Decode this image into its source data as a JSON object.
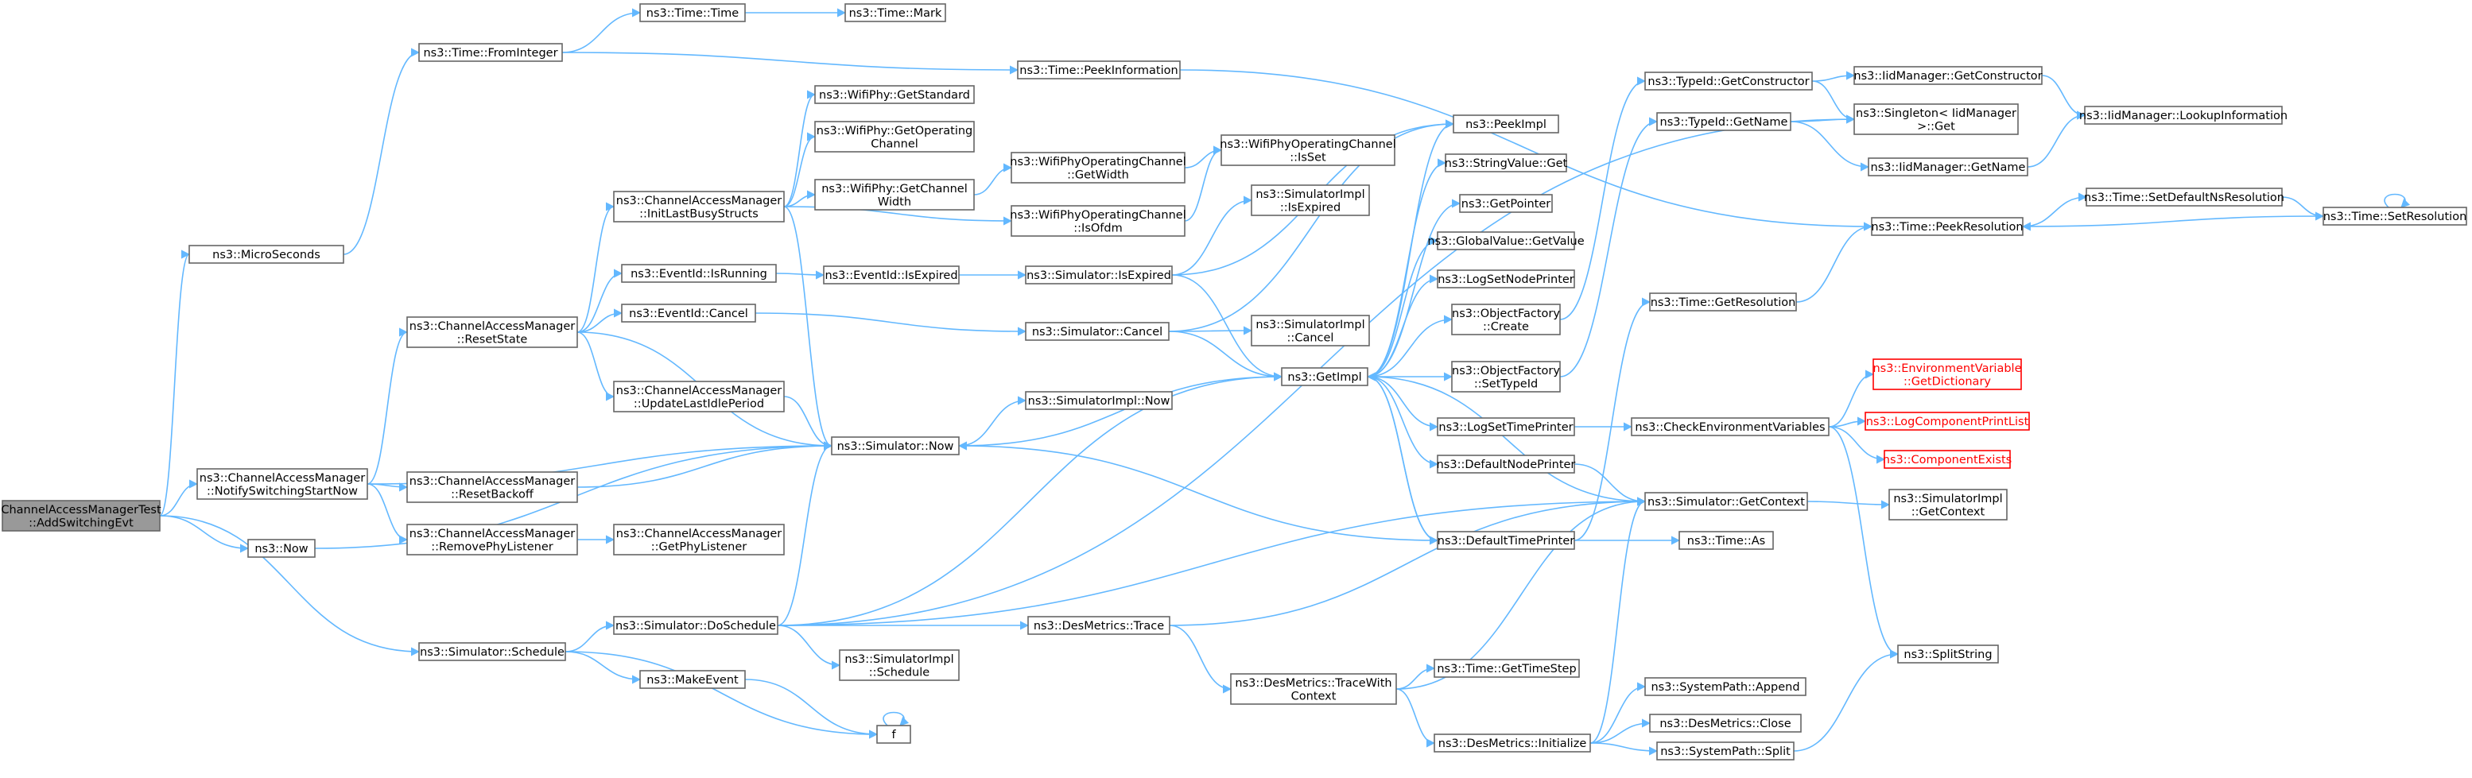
{
  "nodes": [
    {
      "id": "root",
      "lines": [
        "ChannelAccessManagerTest",
        "::AddSwitchingEvt"
      ],
      "style": "root"
    },
    {
      "id": "microseconds",
      "lines": [
        "ns3::MicroSeconds"
      ]
    },
    {
      "id": "fromInteger",
      "lines": [
        "ns3::Time::FromInteger"
      ]
    },
    {
      "id": "timeTime",
      "lines": [
        "ns3::Time::Time"
      ]
    },
    {
      "id": "timeMark",
      "lines": [
        "ns3::Time::Mark"
      ]
    },
    {
      "id": "peekInformation",
      "lines": [
        "ns3::Time::PeekInformation"
      ]
    },
    {
      "id": "notifySwitching",
      "lines": [
        "ns3::ChannelAccessManager",
        "::NotifySwitchingStartNow"
      ]
    },
    {
      "id": "resetState",
      "lines": [
        "ns3::ChannelAccessManager",
        "::ResetState"
      ]
    },
    {
      "id": "initLastBusy",
      "lines": [
        "ns3::ChannelAccessManager",
        "::InitLastBusyStructs"
      ]
    },
    {
      "id": "getStandard",
      "lines": [
        "ns3::WifiPhy::GetStandard"
      ]
    },
    {
      "id": "getOperatingChannel",
      "lines": [
        "ns3::WifiPhy::GetOperating",
        "Channel"
      ]
    },
    {
      "id": "getChannelWidth",
      "lines": [
        "ns3::WifiPhy::GetChannel",
        "Width"
      ]
    },
    {
      "id": "wpocGetWidth",
      "lines": [
        "ns3::WifiPhyOperatingChannel",
        "::GetWidth"
      ]
    },
    {
      "id": "wpocIsSet",
      "lines": [
        "ns3::WifiPhyOperatingChannel",
        "::IsSet"
      ]
    },
    {
      "id": "wpocIsOfdm",
      "lines": [
        "ns3::WifiPhyOperatingChannel",
        "::IsOfdm"
      ]
    },
    {
      "id": "eventIsRunning",
      "lines": [
        "ns3::EventId::IsRunning"
      ]
    },
    {
      "id": "eventIsExpired",
      "lines": [
        "ns3::EventId::IsExpired"
      ]
    },
    {
      "id": "simIsExpired",
      "lines": [
        "ns3::Simulator::IsExpired"
      ]
    },
    {
      "id": "simImplIsExpired",
      "lines": [
        "ns3::SimulatorImpl",
        "::IsExpired"
      ]
    },
    {
      "id": "eventCancel",
      "lines": [
        "ns3::EventId::Cancel"
      ]
    },
    {
      "id": "simCancel",
      "lines": [
        "ns3::Simulator::Cancel"
      ]
    },
    {
      "id": "simImplCancel",
      "lines": [
        "ns3::SimulatorImpl",
        "::Cancel"
      ]
    },
    {
      "id": "updateLastIdle",
      "lines": [
        "ns3::ChannelAccessManager",
        "::UpdateLastIdlePeriod"
      ]
    },
    {
      "id": "simNow",
      "lines": [
        "ns3::Simulator::Now"
      ]
    },
    {
      "id": "simImplNow",
      "lines": [
        "ns3::SimulatorImpl::Now"
      ]
    },
    {
      "id": "resetBackoff",
      "lines": [
        "ns3::ChannelAccessManager",
        "::ResetBackoff"
      ]
    },
    {
      "id": "removePhy",
      "lines": [
        "ns3::ChannelAccessManager",
        "::RemovePhyListener"
      ]
    },
    {
      "id": "getPhyListener",
      "lines": [
        "ns3::ChannelAccessManager",
        "::GetPhyListener"
      ]
    },
    {
      "id": "now",
      "lines": [
        "ns3::Now"
      ]
    },
    {
      "id": "schedule",
      "lines": [
        "ns3::Simulator::Schedule"
      ]
    },
    {
      "id": "doSchedule",
      "lines": [
        "ns3::Simulator::DoSchedule"
      ]
    },
    {
      "id": "simImplSchedule",
      "lines": [
        "ns3::SimulatorImpl",
        "::Schedule"
      ]
    },
    {
      "id": "makeEvent",
      "lines": [
        "ns3::MakeEvent"
      ]
    },
    {
      "id": "f",
      "lines": [
        "f"
      ]
    },
    {
      "id": "desTrace",
      "lines": [
        "ns3::DesMetrics::Trace"
      ]
    },
    {
      "id": "traceWithContext",
      "lines": [
        "ns3::DesMetrics::TraceWith",
        "Context"
      ]
    },
    {
      "id": "getTimeStep",
      "lines": [
        "ns3::Time::GetTimeStep"
      ]
    },
    {
      "id": "desInitialize",
      "lines": [
        "ns3::DesMetrics::Initialize"
      ]
    },
    {
      "id": "getImpl",
      "lines": [
        "ns3::GetImpl"
      ]
    },
    {
      "id": "peekImpl",
      "lines": [
        "ns3::PeekImpl"
      ]
    },
    {
      "id": "stringValueGet",
      "lines": [
        "ns3::StringValue::Get"
      ]
    },
    {
      "id": "getPointer",
      "lines": [
        "ns3::GetPointer"
      ]
    },
    {
      "id": "globalValueGet",
      "lines": [
        "ns3::GlobalValue::GetValue"
      ]
    },
    {
      "id": "logSetNodePrinter",
      "lines": [
        "ns3::LogSetNodePrinter"
      ]
    },
    {
      "id": "objFactoryCreate",
      "lines": [
        "ns3::ObjectFactory",
        "::Create"
      ]
    },
    {
      "id": "objFactorySetTypeId",
      "lines": [
        "ns3::ObjectFactory",
        "::SetTypeId"
      ]
    },
    {
      "id": "logSetTimePrinter",
      "lines": [
        "ns3::LogSetTimePrinter"
      ]
    },
    {
      "id": "defaultNodePrinter",
      "lines": [
        "ns3::DefaultNodePrinter"
      ]
    },
    {
      "id": "defaultTimePrinter",
      "lines": [
        "ns3::DefaultTimePrinter"
      ]
    },
    {
      "id": "typeIdGetConstructor",
      "lines": [
        "ns3::TypeId::GetConstructor"
      ]
    },
    {
      "id": "typeIdGetName",
      "lines": [
        "ns3::TypeId::GetName"
      ]
    },
    {
      "id": "singletonGet",
      "lines": [
        "ns3::Singleton< IidManager",
        ">::Get"
      ]
    },
    {
      "id": "iidGetConstructor",
      "lines": [
        "ns3::IidManager::GetConstructor"
      ]
    },
    {
      "id": "iidGetName",
      "lines": [
        "ns3::IidManager::GetName"
      ]
    },
    {
      "id": "iidLookup",
      "lines": [
        "ns3::IidManager::LookupInformation"
      ]
    },
    {
      "id": "timeGetResolution",
      "lines": [
        "ns3::Time::GetResolution"
      ]
    },
    {
      "id": "peekResolution",
      "lines": [
        "ns3::Time::PeekResolution"
      ]
    },
    {
      "id": "setDefaultNsRes",
      "lines": [
        "ns3::Time::SetDefaultNsResolution"
      ]
    },
    {
      "id": "setResolution",
      "lines": [
        "ns3::Time::SetResolution"
      ]
    },
    {
      "id": "checkEnvVars",
      "lines": [
        "ns3::CheckEnvironmentVariables"
      ]
    },
    {
      "id": "envGetDict",
      "lines": [
        "ns3::EnvironmentVariable",
        "::GetDictionary"
      ],
      "style": "red"
    },
    {
      "id": "logCompPrintList",
      "lines": [
        "ns3::LogComponentPrintList"
      ],
      "style": "red"
    },
    {
      "id": "componentExists",
      "lines": [
        "ns3::ComponentExists"
      ],
      "style": "red"
    },
    {
      "id": "simGetContext",
      "lines": [
        "ns3::Simulator::GetContext"
      ]
    },
    {
      "id": "simImplGetContext",
      "lines": [
        "ns3::SimulatorImpl",
        "::GetContext"
      ]
    },
    {
      "id": "timeAs",
      "lines": [
        "ns3::Time::As"
      ]
    },
    {
      "id": "splitString",
      "lines": [
        "ns3::SplitString"
      ]
    },
    {
      "id": "sysAppend",
      "lines": [
        "ns3::SystemPath::Append"
      ]
    },
    {
      "id": "desClose",
      "lines": [
        "ns3::DesMetrics::Close"
      ]
    },
    {
      "id": "sysSplit",
      "lines": [
        "ns3::SystemPath::Split"
      ]
    }
  ],
  "edges": [
    [
      "root",
      "microseconds"
    ],
    [
      "root",
      "notifySwitching"
    ],
    [
      "root",
      "now"
    ],
    [
      "root",
      "schedule"
    ],
    [
      "microseconds",
      "fromInteger"
    ],
    [
      "fromInteger",
      "timeTime"
    ],
    [
      "fromInteger",
      "peekInformation"
    ],
    [
      "timeTime",
      "timeMark"
    ],
    [
      "peekInformation",
      "peekResolution"
    ],
    [
      "notifySwitching",
      "resetState"
    ],
    [
      "notifySwitching",
      "resetBackoff"
    ],
    [
      "notifySwitching",
      "removePhy"
    ],
    [
      "notifySwitching",
      "simNow"
    ],
    [
      "resetState",
      "initLastBusy"
    ],
    [
      "resetState",
      "eventIsRunning"
    ],
    [
      "resetState",
      "eventCancel"
    ],
    [
      "resetState",
      "updateLastIdle"
    ],
    [
      "resetState",
      "simNow"
    ],
    [
      "initLastBusy",
      "getStandard"
    ],
    [
      "initLastBusy",
      "getOperatingChannel"
    ],
    [
      "initLastBusy",
      "getChannelWidth"
    ],
    [
      "initLastBusy",
      "wpocIsOfdm"
    ],
    [
      "initLastBusy",
      "simNow"
    ],
    [
      "getChannelWidth",
      "wpocGetWidth"
    ],
    [
      "wpocGetWidth",
      "wpocIsSet"
    ],
    [
      "wpocIsOfdm",
      "wpocIsSet"
    ],
    [
      "eventIsRunning",
      "eventIsExpired"
    ],
    [
      "eventIsExpired",
      "simIsExpired"
    ],
    [
      "simIsExpired",
      "simImplIsExpired"
    ],
    [
      "simIsExpired",
      "getImpl"
    ],
    [
      "simIsExpired",
      "peekImpl"
    ],
    [
      "eventCancel",
      "simCancel"
    ],
    [
      "simCancel",
      "simImplCancel"
    ],
    [
      "simCancel",
      "getImpl"
    ],
    [
      "simCancel",
      "peekImpl"
    ],
    [
      "updateLastIdle",
      "simNow"
    ],
    [
      "simNow",
      "simImplNow"
    ],
    [
      "simNow",
      "getImpl"
    ],
    [
      "resetBackoff",
      "simNow"
    ],
    [
      "removePhy",
      "getPhyListener"
    ],
    [
      "now",
      "simNow"
    ],
    [
      "schedule",
      "doSchedule"
    ],
    [
      "schedule",
      "makeEvent"
    ],
    [
      "schedule",
      "f"
    ],
    [
      "doSchedule",
      "simNow"
    ],
    [
      "doSchedule",
      "simImplSchedule"
    ],
    [
      "doSchedule",
      "desTrace"
    ],
    [
      "doSchedule",
      "getImpl"
    ],
    [
      "doSchedule",
      "singletonGet"
    ],
    [
      "doSchedule",
      "simGetContext"
    ],
    [
      "makeEvent",
      "f"
    ],
    [
      "f",
      "f"
    ],
    [
      "desTrace",
      "traceWithContext"
    ],
    [
      "desTrace",
      "simGetContext"
    ],
    [
      "traceWithContext",
      "getTimeStep"
    ],
    [
      "traceWithContext",
      "desInitialize"
    ],
    [
      "traceWithContext",
      "simGetContext"
    ],
    [
      "desInitialize",
      "sysAppend"
    ],
    [
      "desInitialize",
      "desClose"
    ],
    [
      "desInitialize",
      "sysSplit"
    ],
    [
      "desInitialize",
      "simGetContext"
    ],
    [
      "getImpl",
      "peekImpl"
    ],
    [
      "getImpl",
      "stringValueGet"
    ],
    [
      "getImpl",
      "getPointer"
    ],
    [
      "getImpl",
      "globalValueGet"
    ],
    [
      "getImpl",
      "logSetNodePrinter"
    ],
    [
      "getImpl",
      "objFactoryCreate"
    ],
    [
      "getImpl",
      "objFactorySetTypeId"
    ],
    [
      "getImpl",
      "logSetTimePrinter"
    ],
    [
      "getImpl",
      "defaultNodePrinter"
    ],
    [
      "getImpl",
      "defaultTimePrinter"
    ],
    [
      "objFactoryCreate",
      "typeIdGetConstructor"
    ],
    [
      "objFactorySetTypeId",
      "typeIdGetName"
    ],
    [
      "typeIdGetConstructor",
      "singletonGet"
    ],
    [
      "typeIdGetConstructor",
      "iidGetConstructor"
    ],
    [
      "typeIdGetName",
      "singletonGet"
    ],
    [
      "typeIdGetName",
      "iidGetName"
    ],
    [
      "iidGetConstructor",
      "iidLookup"
    ],
    [
      "iidGetName",
      "iidLookup"
    ],
    [
      "logSetTimePrinter",
      "checkEnvVars"
    ],
    [
      "checkEnvVars",
      "envGetDict"
    ],
    [
      "checkEnvVars",
      "logCompPrintList"
    ],
    [
      "checkEnvVars",
      "componentExists"
    ],
    [
      "checkEnvVars",
      "splitString"
    ],
    [
      "defaultNodePrinter",
      "simGetContext"
    ],
    [
      "defaultTimePrinter",
      "timeGetResolution"
    ],
    [
      "defaultTimePrinter",
      "timeAs"
    ],
    [
      "defaultTimePrinter",
      "simNow"
    ],
    [
      "defaultTimePrinter",
      "getImpl"
    ],
    [
      "simGetContext",
      "simImplGetContext"
    ],
    [
      "simGetContext",
      "getImpl"
    ],
    [
      "timeGetResolution",
      "peekResolution"
    ],
    [
      "peekResolution",
      "setDefaultNsRes"
    ],
    [
      "setDefaultNsRes",
      "setResolution"
    ],
    [
      "setResolution",
      "peekResolution"
    ],
    [
      "setResolution",
      "setResolution"
    ],
    [
      "sysSplit",
      "splitString"
    ]
  ]
}
